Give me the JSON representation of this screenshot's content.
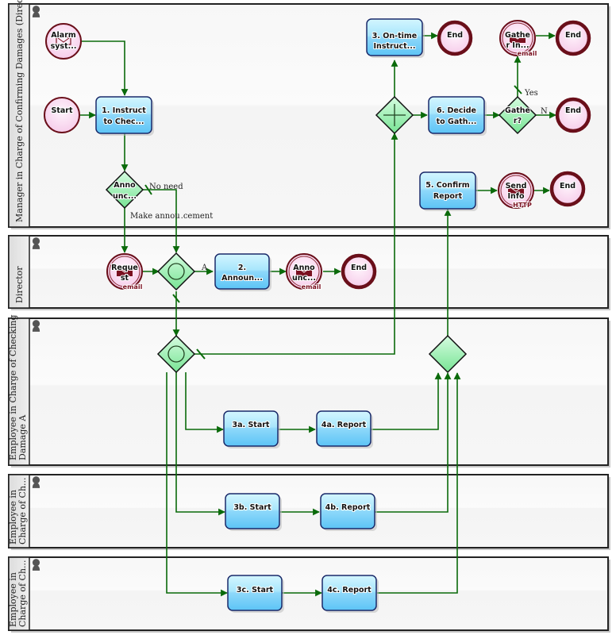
{
  "diagram": {
    "type": "BPMN process",
    "colors": {
      "flow": "#0a6a0a",
      "task_fill_top": "#c8f0ff",
      "task_fill_bottom": "#66c8f8",
      "task_stroke": "#1a2a6a",
      "event_fill": "#fde4f4",
      "event_stroke": "#6a0f1a",
      "gateway_fill": "#a8f0b8",
      "lane_header": "#e4e4e4"
    },
    "lanes": [
      {
        "id": "lane1",
        "label": "Manager in Charge of Confirming Damages (Director)"
      },
      {
        "id": "lane2",
        "label": "Director"
      },
      {
        "id": "lane3",
        "label": "Employee in Charge of Checking Damage A"
      },
      {
        "id": "lane4",
        "label": "Employee in Charge of Ch..."
      },
      {
        "id": "lane5",
        "label": "Employee in Charge of Ch..."
      }
    ],
    "events": {
      "alarm": {
        "line1": "Alarm",
        "line2": "syst...",
        "kind": "timer-start"
      },
      "start": {
        "line1": "Start",
        "kind": "start"
      },
      "end_ontime": {
        "line1": "End",
        "kind": "end"
      },
      "gather_info": {
        "line1": "Gathe",
        "line2": "r In...",
        "tag": "email",
        "kind": "message-intermediate"
      },
      "end_gather": {
        "line1": "End",
        "kind": "end"
      },
      "end_no": {
        "line1": "End",
        "kind": "end"
      },
      "send_info": {
        "line1": "Send",
        "line2": "Info",
        "tag": "HTTP",
        "kind": "message-intermediate"
      },
      "end_send": {
        "line1": "End",
        "kind": "end"
      },
      "request": {
        "line1": "Reque",
        "line2": "st",
        "tag": "email",
        "kind": "message-intermediate"
      },
      "announce_msg": {
        "line1": "Anno",
        "line2": "unc...",
        "tag": "email",
        "kind": "message-intermediate"
      },
      "end_director": {
        "line1": "End",
        "kind": "end"
      }
    },
    "tasks": {
      "t1": {
        "line1": "1. Instruct",
        "line2": "to Chec..."
      },
      "t3": {
        "line1": "3. On-time",
        "line2": "Instruct..."
      },
      "t6": {
        "line1": "6. Decide",
        "line2": "to Gath..."
      },
      "t5": {
        "line1": "5. Confirm",
        "line2": "Report"
      },
      "t2": {
        "line1": "2.",
        "line2": "Announ..."
      },
      "t3a": {
        "line1": "3a. Start"
      },
      "t4a": {
        "line1": "4a. Report"
      },
      "t3b": {
        "line1": "3b. Start"
      },
      "t4b": {
        "line1": "4b. Report"
      },
      "t3c": {
        "line1": "3c. Start"
      },
      "t4c": {
        "line1": "4c. Report"
      }
    },
    "gateways": {
      "announce_q": {
        "line1": "Anno",
        "line2": "unc...",
        "kind": "exclusive"
      },
      "parallel_main": {
        "kind": "parallel"
      },
      "gather_q": {
        "line1": "Gathe",
        "line2": "r?",
        "kind": "exclusive"
      },
      "inclusive_director": {
        "kind": "inclusive"
      },
      "inclusive_split": {
        "kind": "inclusive"
      },
      "merge": {
        "kind": "exclusive"
      }
    },
    "flow_labels": {
      "no_need": "No need",
      "make_announcement": "Make annou .cement",
      "yes": "Yes",
      "no": "N",
      "a": "A"
    }
  }
}
